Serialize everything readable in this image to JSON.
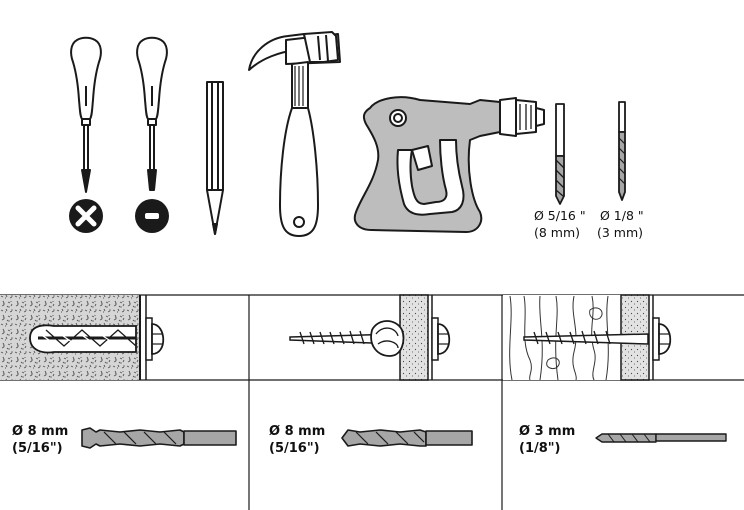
{
  "tools": {
    "bit_large_label": "Ø 5/16 \"",
    "bit_large_mm": "(8 mm)",
    "bit_small_label": "Ø 1/8 \"",
    "bit_small_mm": "(3 mm)"
  },
  "panels": [
    {
      "size": "Ø 8 mm",
      "imperial": "(5/16\")"
    },
    {
      "size": "Ø 8 mm",
      "imperial": "(5/16\")"
    },
    {
      "size": "Ø 3 mm",
      "imperial": "(1/8\")"
    }
  ],
  "colors": {
    "line": "#1a1a1a",
    "concrete": "#d8d8d8",
    "drill_body": "#bdbdbd",
    "bit_fill": "#a6a6a6"
  }
}
